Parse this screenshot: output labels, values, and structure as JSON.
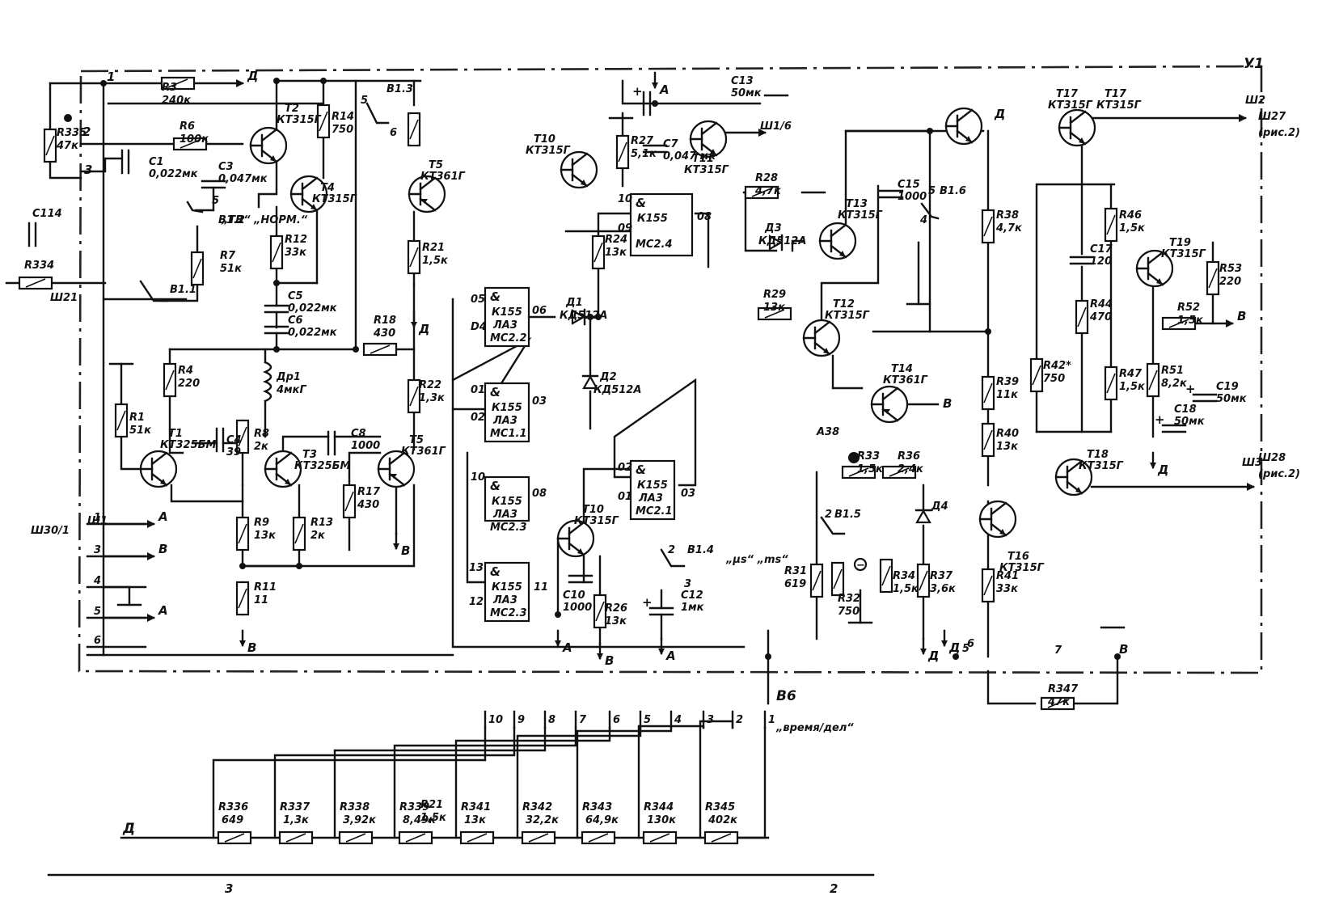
{
  "block_designator": "У1",
  "ladder_switch": {
    "label": "В6",
    "caption": "„время/дел“",
    "positions": [
      "10",
      "9",
      "8",
      "7",
      "6",
      "5",
      "4",
      "3",
      "2",
      "1"
    ],
    "resistors": [
      {
        "ref": "R336",
        "value": "649"
      },
      {
        "ref": "R337",
        "value": "1,3к"
      },
      {
        "ref": "R338",
        "value": "3,92к"
      },
      {
        "ref": "R339",
        "value": "8,49к"
      },
      {
        "ref": "R341",
        "value": "13к"
      },
      {
        "ref": "R342",
        "value": "32,2к"
      },
      {
        "ref": "R343",
        "value": "64,9к"
      },
      {
        "ref": "R344",
        "value": "130к"
      },
      {
        "ref": "R345",
        "value": "402к"
      }
    ],
    "bus_label": "Д"
  },
  "transistors": [
    {
      "ref": "Т1",
      "type": "КТ325БМ"
    },
    {
      "ref": "Т2",
      "type": "КТ315Г"
    },
    {
      "ref": "Т3",
      "type": "КТ325БМ"
    },
    {
      "ref": "Т4",
      "type": "КТ315Г"
    },
    {
      "ref": "Т5",
      "type": "КТ361Г"
    },
    {
      "ref": "Т10",
      "type": "КТ315Г"
    },
    {
      "ref": "Т11",
      "type": "КТ315Г"
    },
    {
      "ref": "Т12",
      "type": "КТ315Г"
    },
    {
      "ref": "Т13",
      "type": "КТ315Г"
    },
    {
      "ref": "Т14",
      "type": "КТ361Г"
    },
    {
      "ref": "Т16",
      "type": "КТ315Г"
    },
    {
      "ref": "Т17",
      "type": "КТ315Г"
    },
    {
      "ref": "Т18",
      "type": "КТ315Г"
    },
    {
      "ref": "Т19",
      "type": "КТ315Г"
    }
  ],
  "resistors": [
    {
      "ref": "R335",
      "value": "47к"
    },
    {
      "ref": "R3",
      "value": "240к"
    },
    {
      "ref": "R6",
      "value": "100к"
    },
    {
      "ref": "R14",
      "value": "750"
    },
    {
      "ref": "R12",
      "value": "33к"
    },
    {
      "ref": "R7",
      "value": "51к"
    },
    {
      "ref": "R334",
      "value": ""
    },
    {
      "ref": "R4",
      "value": "220"
    },
    {
      "ref": "R1",
      "value": "51к"
    },
    {
      "ref": "R8",
      "value": "2к"
    },
    {
      "ref": "R9",
      "value": "13к"
    },
    {
      "ref": "R11",
      "value": "11"
    },
    {
      "ref": "R13",
      "value": "2к"
    },
    {
      "ref": "R17",
      "value": "430"
    },
    {
      "ref": "R18",
      "value": "430"
    },
    {
      "ref": "R21",
      "value": "1,5к"
    },
    {
      "ref": "R22",
      "value": "1,3к"
    },
    {
      "ref": "R27",
      "value": "5,1к"
    },
    {
      "ref": "R24",
      "value": "13к"
    },
    {
      "ref": "R26",
      "value": "13к"
    },
    {
      "ref": "R28",
      "value": "4,7к"
    },
    {
      "ref": "R29",
      "value": "13к"
    },
    {
      "ref": "R31",
      "value": "619"
    },
    {
      "ref": "R32",
      "value": "750"
    },
    {
      "ref": "R33",
      "value": "1,5к"
    },
    {
      "ref": "R34",
      "value": "1,5к"
    },
    {
      "ref": "R36",
      "value": "2,4к"
    },
    {
      "ref": "R37",
      "value": "3,6к"
    },
    {
      "ref": "R38",
      "value": "4,7к"
    },
    {
      "ref": "R39",
      "value": "11к"
    },
    {
      "ref": "R40",
      "value": "13к"
    },
    {
      "ref": "R41",
      "value": "33к"
    },
    {
      "ref": "R42*",
      "value": "750"
    },
    {
      "ref": "R44",
      "value": "470"
    },
    {
      "ref": "R46",
      "value": "1,5к"
    },
    {
      "ref": "R47",
      "value": "1,5к"
    },
    {
      "ref": "R51",
      "value": "8,2к"
    },
    {
      "ref": "R52",
      "value": "1,5к"
    },
    {
      "ref": "R53",
      "value": "220"
    },
    {
      "ref": "R347",
      "value": "47к"
    }
  ],
  "capacitors": [
    {
      "ref": "C1",
      "value": "0,022мк"
    },
    {
      "ref": "C3",
      "value": "0,047мк"
    },
    {
      "ref": "C4",
      "value": "39"
    },
    {
      "ref": "C5",
      "value": "0,022мк"
    },
    {
      "ref": "C6",
      "value": "0,022мк"
    },
    {
      "ref": "C8",
      "value": "1000"
    },
    {
      "ref": "C7",
      "value": "0,047 мк"
    },
    {
      "ref": "C10",
      "value": "1000"
    },
    {
      "ref": "C12",
      "value": "1мк"
    },
    {
      "ref": "C13",
      "value": "50мк"
    },
    {
      "ref": "C15",
      "value": "1000"
    },
    {
      "ref": "C17",
      "value": "120"
    },
    {
      "ref": "C18",
      "value": "50мк"
    },
    {
      "ref": "C19",
      "value": "50мк"
    },
    {
      "ref": "C114",
      "value": ""
    }
  ],
  "logic_gates": [
    {
      "ref": "МС2.2",
      "type": "К155 ЛА3",
      "sym": "&"
    },
    {
      "ref": "МС1.1",
      "type": "К155 ЛА3",
      "sym": "&"
    },
    {
      "ref": "МС2.3",
      "type": "К155 ЛА3",
      "sym": "&"
    },
    {
      "ref": "МС2.1",
      "type": "К155 ЛА3",
      "sym": "&"
    },
    {
      "ref": "МС2.4",
      "type": "К155",
      "sym": "&"
    }
  ],
  "diodes": [
    {
      "ref": "Д1",
      "type": "КД512А"
    },
    {
      "ref": "Д2",
      "type": "КД512А"
    },
    {
      "ref": "Д3",
      "type": "КД512А"
    },
    {
      "ref": "Д4",
      "type": ""
    }
  ],
  "inductor": {
    "ref": "Др1",
    "value": "4мкГ"
  },
  "switches": [
    {
      "ref": "В1.1"
    },
    {
      "ref": "В1.2",
      "caption": "„ТВ“ „НОРМ.“"
    },
    {
      "ref": "В1.3"
    },
    {
      "ref": "В1.4",
      "caption": "„μs“ „ms“"
    },
    {
      "ref": "В1.5"
    },
    {
      "ref": "В1.6"
    }
  ],
  "connectors": [
    {
      "ref": "Ш1"
    },
    {
      "ref": "Ш2"
    },
    {
      "ref": "Ш3"
    },
    {
      "ref": "Ш21"
    },
    {
      "ref": "Ш27",
      "note": "(рис.2)"
    },
    {
      "ref": "Ш28",
      "note": "(рис.2)"
    },
    {
      "ref": "Ш30/1"
    }
  ],
  "rails": {
    "A": "А",
    "B": "В",
    "D": "Д"
  },
  "pin_numbers": [
    "1",
    "2",
    "3",
    "4",
    "5",
    "6",
    "7"
  ],
  "page_numbers": [
    "3",
    "2"
  ],
  "misc": {
    "trim_r": "А38",
    "plus": "+",
    "minus": "−"
  }
}
